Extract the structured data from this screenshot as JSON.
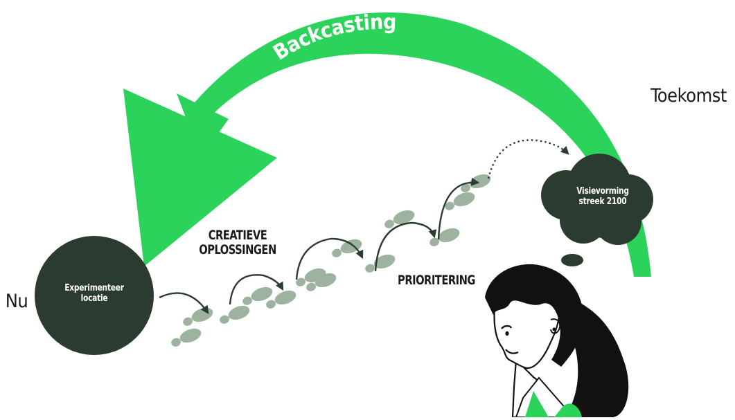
{
  "title": "Backcasting",
  "labels": {
    "nu": "Nu",
    "toekomst": "Toekomst",
    "creatieve_1": "CREATIEVE",
    "creatieve_2": "OPLOSSINGEN",
    "prioritering": "PRIORITERING"
  },
  "start_circle": {
    "line1": "Experimenteer",
    "line2": "locatie"
  },
  "thought_cloud": {
    "line1": "Visievorming",
    "line2": "streek 2100"
  },
  "colors": {
    "arrow_green": "#2bd35a",
    "dark_green": "#2b3b30",
    "footprint": "#9db39f",
    "person_hair": "#111111",
    "text": "#1b1b1b"
  }
}
